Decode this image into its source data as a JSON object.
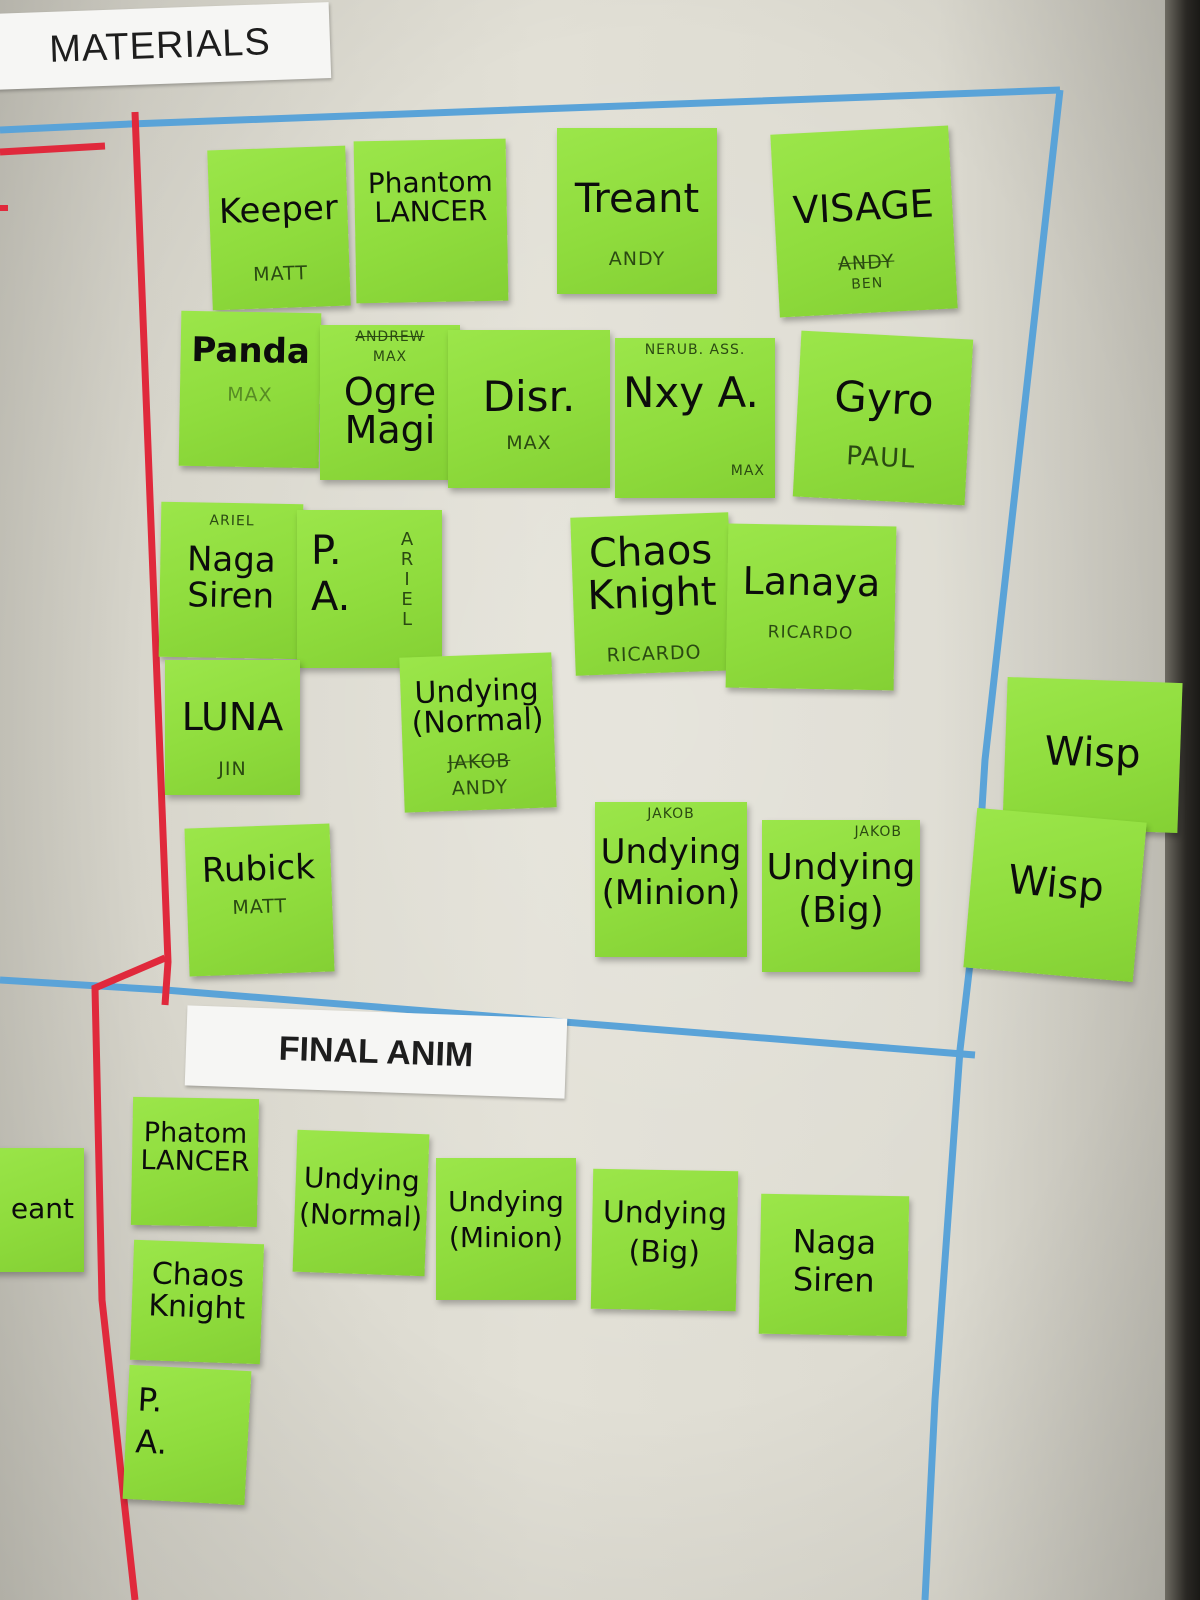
{
  "labels": {
    "materials": "MATERIALS",
    "final_anim": "FINAL ANIM"
  },
  "colors": {
    "note": "#8fdc3d",
    "blue_tape": "#5aa3d8",
    "red_tape": "#e0293c",
    "wall": "#e0ded4"
  },
  "materials_notes": [
    {
      "title": "Keeper",
      "name": "MATT",
      "struck": ""
    },
    {
      "title": "Phantom LANCER",
      "name": "",
      "struck": ""
    },
    {
      "title": "Treant",
      "name": "ANDY",
      "struck": ""
    },
    {
      "title": "VISAGE",
      "name": "BEN",
      "struck": "ANDY"
    },
    {
      "title": "Panda",
      "name": "MAX",
      "struck": ""
    },
    {
      "title": "Ogre Magi",
      "name": "MAX",
      "struck": "ANDREW"
    },
    {
      "title": "Disr.",
      "name": "MAX",
      "struck": ""
    },
    {
      "title": "Nxy A.",
      "name": "MAX",
      "struck": "",
      "top": "NERUB. ASS."
    },
    {
      "title": "Gyro",
      "name": "PAUL",
      "struck": ""
    },
    {
      "title": "Naga Siren",
      "name": "ARIEL",
      "struck": ""
    },
    {
      "title": "P. A.",
      "name": "ARIEL",
      "struck": ""
    },
    {
      "title": "Chaos Knight",
      "name": "RICARDO",
      "struck": ""
    },
    {
      "title": "Lanaya",
      "name": "RICARDO",
      "struck": ""
    },
    {
      "title": "LUNA",
      "name": "JIN",
      "struck": ""
    },
    {
      "title": "Undying (Normal)",
      "name": "ANDY",
      "struck": "JAKOB"
    },
    {
      "title": "Rubick",
      "name": "MATT",
      "struck": ""
    },
    {
      "title": "Undying (Minion)",
      "name": "JAKOB",
      "struck": ""
    },
    {
      "title": "Undying (Big)",
      "name": "JAKOB",
      "struck": ""
    },
    {
      "title": "Wisp",
      "name": "",
      "struck": ""
    },
    {
      "title": "Wisp",
      "name": "",
      "struck": ""
    }
  ],
  "final_anim_notes": [
    {
      "title": "Phatom LANCER"
    },
    {
      "title": "Chaos Knight"
    },
    {
      "title": "P. A."
    },
    {
      "title": "Undying (Normal)"
    },
    {
      "title": "Undying (Minion)"
    },
    {
      "title": "Undying (Big)"
    },
    {
      "title": "Naga Siren"
    }
  ],
  "left_partial_note": {
    "title": "eant"
  }
}
